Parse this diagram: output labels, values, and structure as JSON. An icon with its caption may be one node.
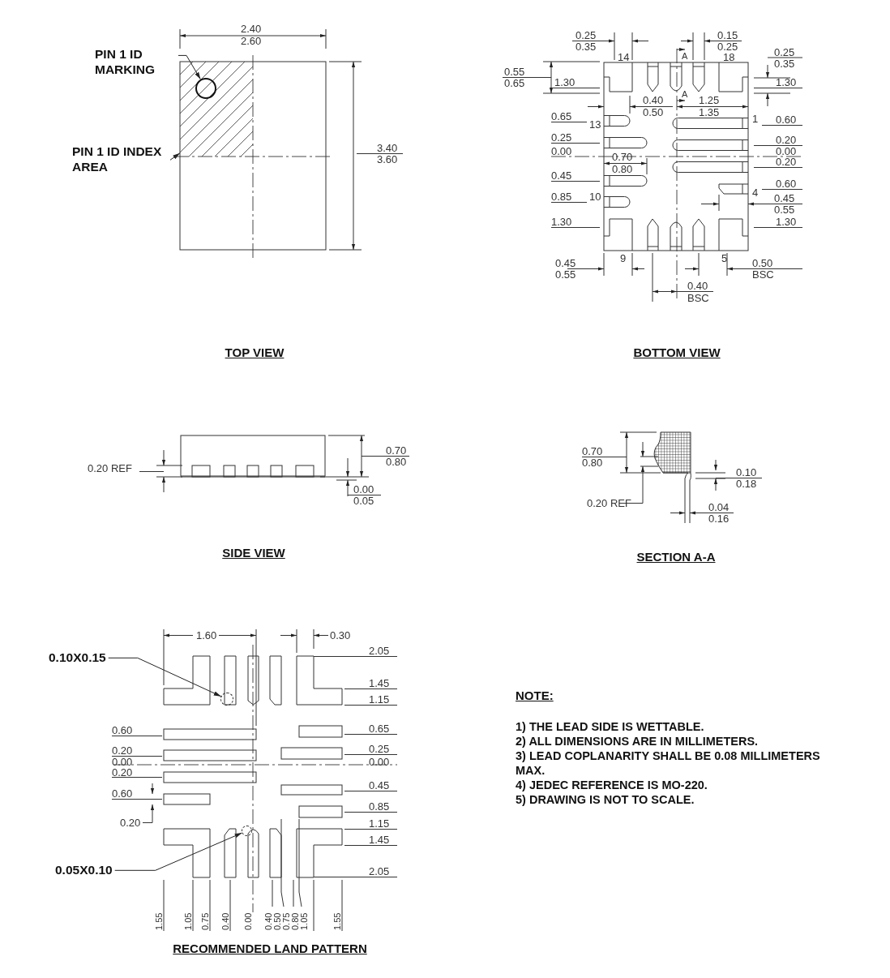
{
  "diagram": {
    "nodes": [
      {
        "text": [
          "PIN 1 ID MARKING"
        ]
      },
      {
        "text": [],
        "shape": "box"
      },
      {
        "text": [],
        "shape": "circle",
        "in": 1
      },
      {
        "text": [
          "PIN 1 ID INDEX AREA"
        ]
      },
      {
        "text": [
          "0.10X0.15"
        ]
      },
      {
        "text": [],
        "shape": "circle"
      },
      {
        "text": [
          "0.05X0.10"
        ]
      },
      {
        "text": [],
        "shape": "circle"
      }
    ],
    "edges": [
      {
        "from": 0,
        "to": 2,
        "arrow": "to"
      },
      {
        "from": 3,
        "to": 1,
        "arrow": "to"
      },
      {
        "from": 4,
        "to": 5,
        "arrow": "to"
      },
      {
        "from": 6,
        "to": 7,
        "arrow": "to"
      }
    ],
    "labels": [
      "2.40",
      "2.60",
      "3.40",
      "3.60",
      "TOP VIEW",
      "0.25",
      "0.35",
      "0.15",
      "0.25",
      "14",
      "A",
      "18",
      "0.25",
      "0.35",
      "0.55",
      "0.65",
      "1.30",
      "1.30",
      "0.40",
      "0.50",
      "A",
      "1.25",
      "1.35",
      "0.65",
      "13",
      "1",
      "0.60",
      "0.25",
      "0.20",
      "0.00",
      "0.70",
      "0.00",
      "0.80",
      "0.20",
      "0.45",
      "0.60",
      "0.85",
      "10",
      "4",
      "0.45",
      "0.55",
      "1.30",
      "1.30",
      "9",
      "5",
      "0.45",
      "0.50",
      "0.55",
      "BSC",
      "0.40",
      "BSC",
      "BOTTOM VIEW",
      "0.70",
      "0.80",
      "0.20 REF",
      "0.00",
      "0.05",
      "0.70",
      "0.80",
      "0.10",
      "0.18",
      "0.20 REF",
      "0.04",
      "0.16",
      "SIDE VIEW",
      "SECTION A-A",
      "1.60",
      "0.30",
      "2.05",
      "1.45",
      "1.15",
      "NOTE:",
      "0.60",
      "0.65",
      "1) THE LEAD SIDE IS WETTABLE.",
      "2) ALL DIMENSIONS ARE IN MILLIMETERS.",
      "3) LEAD COPLANARITY SHALL BE 0.08 MILLIMETERS MAX.",
      "0.20",
      "0.25",
      "0.00",
      "0.00",
      "0.20",
      "4) JEDEC REFERENCE IS MO-220.",
      "0.45",
      "5) DRAWING IS NOT TO SCALE.",
      "0.60",
      "0.85",
      "0.20",
      "1.15",
      "1.45",
      "2.05",
      "1.55",
      "1.05",
      "0.75",
      "0.40",
      "0.00",
      "0.40",
      "0.50",
      "0.75",
      "0.80",
      "1.05",
      "1.55",
      "RECOMMENDED LAND PATTERN"
    ]
  }
}
